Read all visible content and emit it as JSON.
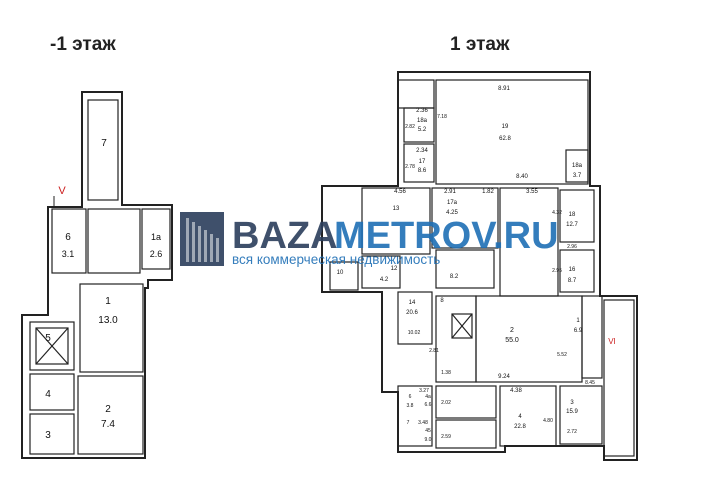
{
  "floors": {
    "basement": {
      "title": "-1 этаж",
      "marker": "V",
      "rooms": [
        {
          "num": "7"
        },
        {
          "num": "6",
          "area": "3.1"
        },
        {
          "num": "1a",
          "area": "2.6"
        },
        {
          "num": "1",
          "area": "13.0"
        },
        {
          "num": "5"
        },
        {
          "num": "4"
        },
        {
          "num": "2",
          "area": "7.4"
        },
        {
          "num": "3"
        }
      ]
    },
    "first": {
      "title": "1 этаж",
      "marker": "VI",
      "labels": [
        "8.91",
        "2.36",
        "18a",
        "5.2",
        "2.82",
        "7.18",
        "19",
        "62.8",
        "2.34",
        "17",
        "8.6",
        "2.78",
        "8.40",
        "18a",
        "3.7",
        "4.56",
        "2.91",
        "1.82",
        "3.55",
        "4.32",
        "18",
        "12.7",
        "2.96",
        "13",
        "17a",
        "4.25",
        "2.95",
        "16",
        "8.7",
        "10",
        "12",
        "4.2",
        "8.2",
        "14",
        "20.6",
        "8",
        "2",
        "55.0",
        "1",
        "6.9",
        "10.02",
        "2.81",
        "5.52",
        "8.45",
        "1.38",
        "9.24",
        "3.27",
        "4.38",
        "4a",
        "6.6",
        "2.02",
        "6",
        "3.8",
        "4",
        "22.8",
        "3",
        "15.9",
        "3.48",
        "45",
        "9.0",
        "2.59",
        "4.80",
        "2.72",
        "7"
      ]
    }
  },
  "watermark": {
    "brand_part1": "BAZA",
    "brand_part2": "METROV.RU",
    "tagline": "вся коммерческая недвижимость",
    "colors": {
      "dark": "#2b3e5c",
      "accent": "#1f6fb5",
      "tagline": "#1f6fb5"
    }
  }
}
